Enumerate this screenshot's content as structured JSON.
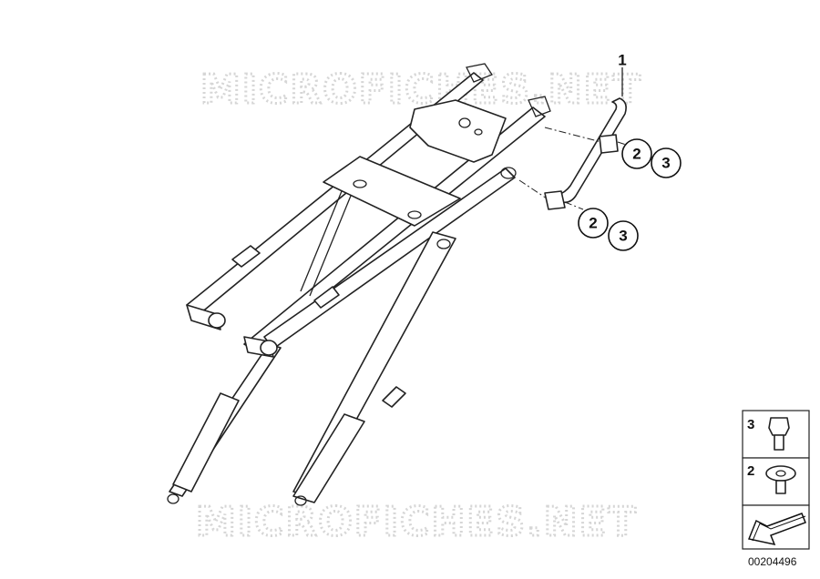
{
  "watermarks": {
    "top": "MICROFICHES.NET",
    "bottom": "MICROFICHES.NET"
  },
  "callouts": {
    "part1": "1",
    "upper": {
      "a": "2",
      "b": "3"
    },
    "lower": {
      "a": "2",
      "b": "3"
    }
  },
  "legend": {
    "item3": "3",
    "item2": "2"
  },
  "document_number": "00204496"
}
